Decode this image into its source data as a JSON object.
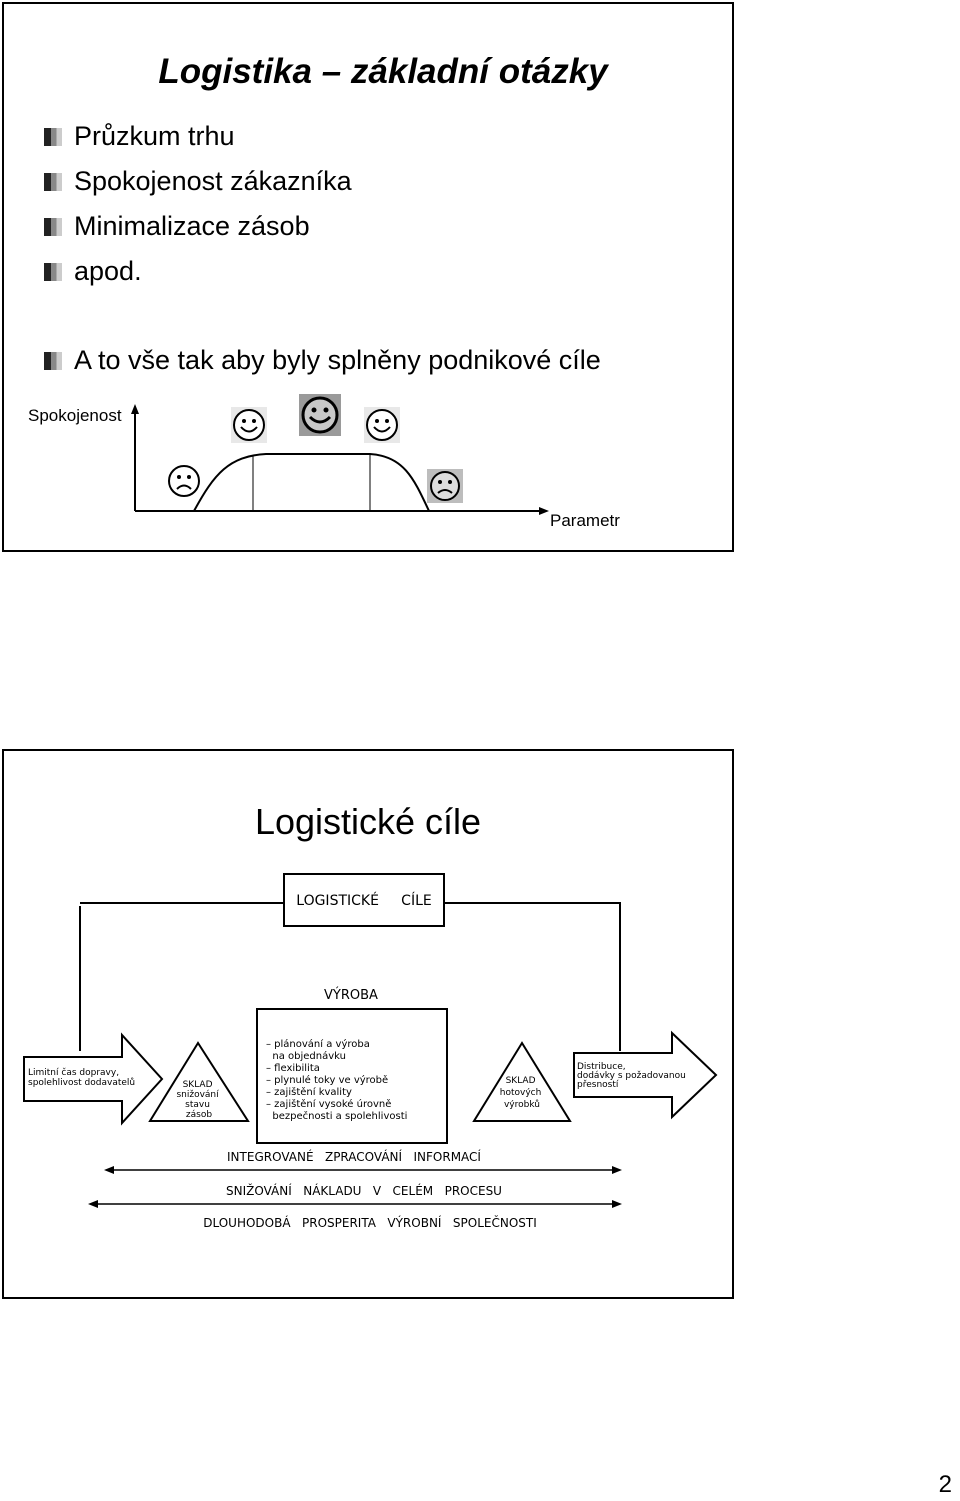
{
  "slide1": {
    "title": "Logistika – základní otázky",
    "bullets": [
      "Průzkum trhu",
      "Spokojenost zákazníka",
      "Minimalizace zásob",
      "apod."
    ],
    "conclusion": "A to vše tak aby byly splněny podnikové cíle",
    "y_axis_label": "Spokojenost",
    "x_axis_label": "Parametr"
  },
  "slide2": {
    "title": "Logistické cíle",
    "diagram": {
      "header": "LOGISTICKÉ     CÍLE",
      "production_title": "VÝROBA",
      "production_items": [
        "– plánování a výroba",
        "  na objednávku",
        "– flexibilita",
        "– plynulé toky ve výrobě",
        "– zajištění kvality",
        "– zajištění vysoké úrovně",
        "  bezpečnosti a spolehlivosti"
      ],
      "left_arrow_lines": [
        "Limitní čas dopravy,",
        "spolehlivost dodavatelů"
      ],
      "left_triangle_lines": [
        "SKLAD",
        "snižování",
        "stavu",
        "zásob"
      ],
      "right_triangle_lines": [
        "SKLAD",
        "hotových",
        "výrobků"
      ],
      "right_arrow_lines": [
        "Distribuce,",
        "dodávky s požadovanou",
        "přesností"
      ],
      "band1": "INTEGROVANÉ   ZPRACOVÁNÍ   INFORMACÍ",
      "band2": "SNIŽOVÁNÍ   NÁKLADU   V   CELÉM   PROCESU",
      "band3": "DLOUHODOBÁ   PROSPERITA   VÝROBNÍ   SPOLEČNOSTI"
    }
  },
  "page_number": "2"
}
